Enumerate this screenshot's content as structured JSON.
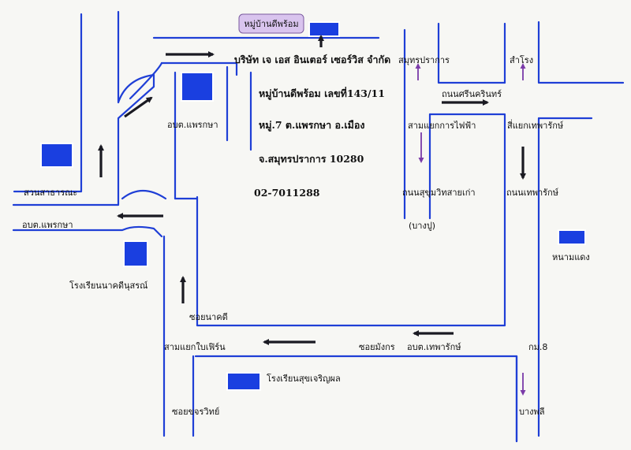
{
  "header": {
    "village_badge": "หมู่บ้านดีพร้อม"
  },
  "company": {
    "name": "บริษัท เจ เอส อินเตอร์ เซอร์วิส จำกัด",
    "address_line1": "หมู่บ้านดีพร้อม  เลขที่143/11",
    "address_line2": "หมู่.7 ต.แพรกษา   อ.เมือง",
    "address_line3": "จ.สมุทรปราการ   10280",
    "phone": "02-7011288"
  },
  "labels": {
    "samut_prakan": "สมุทรปราการ",
    "samrong": "สำโรง",
    "srinakarin_road": "ถนนศรีนครินทร์",
    "samyaek_kan_faifa": "สามแยกการไฟฟ้า",
    "siyaek_thepharak": "สี่แยกเทพารักษ์",
    "sukhumvit_old_road": "ถนนสุขุมวิทสายเก่า",
    "bang_pu": "(บางปู)",
    "thepharak_road": "ถนนเทพารักษ์",
    "nong_namdaeng": "หนามแดง",
    "obt_phraeksa_top": "อบต.แพรกษา",
    "public_park": "สวนสาธารณะ",
    "obt_phraeksa_left": "อบต.แพรกษา",
    "school_nakhdi": "โรงเรียนนาคดีนุสรณ์",
    "soi_nakhdi": "ซอยนาคดี",
    "samyaek_baifern": "สามแยกใบเฟิร์น",
    "soi_mangkon": "ซอยมังกร",
    "obt_thepharak": "อบต.เทพารักษ์",
    "km8": "กม.8",
    "school_sukcharoenphon": "โรงเรียนสุขเจริญผล",
    "soi_khanwit": "ซอยขจรวิทย์",
    "bang_phli": "บางพลี"
  },
  "icons": {
    "building": "blue-building-icon",
    "arrow_dark": "black-direction-arrow",
    "arrow_purple": "purple-direction-arrow"
  },
  "colors": {
    "road": "#1f3fd6",
    "building": "#1a3fe0",
    "badge_fill": "#d9c4ee",
    "arrow_dark": "#1a1a22",
    "arrow_purple": "#7a3aa8",
    "background": "#f7f7f4"
  }
}
